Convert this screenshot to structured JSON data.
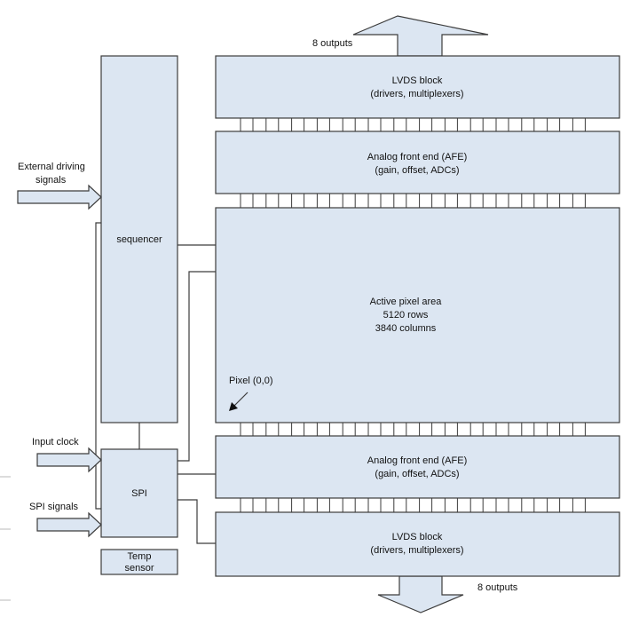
{
  "colors": {
    "block_fill": "#dce6f2",
    "stroke": "#3c3c3c",
    "background": "#ffffff"
  },
  "blocks": {
    "lvds_top": {
      "line1": "LVDS block",
      "line2": "(drivers, multiplexers)"
    },
    "afe_top": {
      "line1": "Analog front end (AFE)",
      "line2": "(gain, offset, ADCs)"
    },
    "pixel_area": {
      "line1": "Active pixel area",
      "line2": "5120 rows",
      "line3": "3840 columns"
    },
    "afe_bottom": {
      "line1": "Analog front end (AFE)",
      "line2": "(gain, offset, ADCs)"
    },
    "lvds_bottom": {
      "line1": "LVDS block",
      "line2": "(drivers, multiplexers)"
    },
    "sequencer": {
      "label": "sequencer"
    },
    "spi": {
      "label": "SPI"
    },
    "temp_sensor": {
      "line1": "Temp",
      "line2": "sensor"
    }
  },
  "annotations": {
    "pixel_origin": "Pixel (0,0)"
  },
  "inputs": {
    "external_driving_line1": "External driving",
    "external_driving_line2": "signals",
    "input_clock": "Input clock",
    "spi_signals": "SPI signals"
  },
  "outputs": {
    "top": "8 outputs",
    "bottom": "8 outputs"
  }
}
